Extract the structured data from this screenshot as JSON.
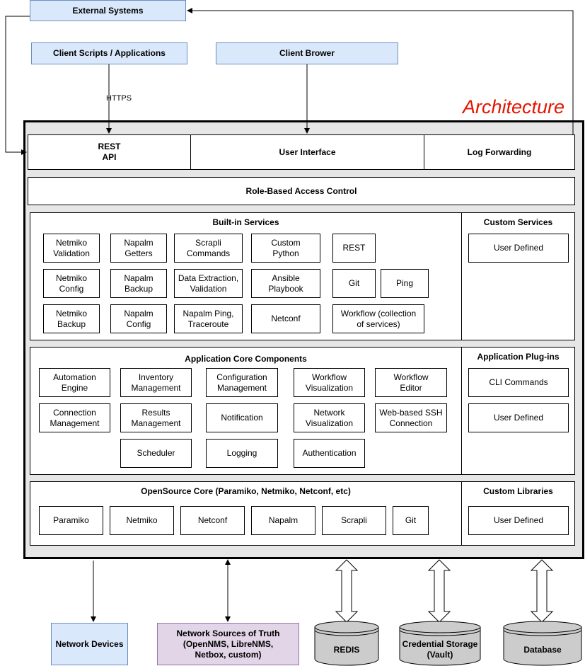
{
  "title": "Architecture",
  "external": {
    "external_systems": "External Systems",
    "client_scripts": "Client Scripts / Applications",
    "client_browser": "Client Brower",
    "https": "HTTPS"
  },
  "top_row": {
    "rest_api": "REST\nAPI",
    "user_interface": "User Interface",
    "log_forwarding": "Log Forwarding"
  },
  "rbac": "Role-Based Access Control",
  "builtin": {
    "title": "Built-in Services",
    "items": [
      "Netmiko\nValidation",
      "Napalm\nGetters",
      "Scrapli\nCommands",
      "Custom\nPython",
      "REST",
      "Netmiko\nConfig",
      "Napalm\nBackup",
      "Data Extraction,\nValidation",
      "Ansible\nPlaybook",
      "Git",
      "Ping",
      "Netmiko\nBackup",
      "Napalm\nConfig",
      "Napalm Ping,\nTraceroute",
      "Netconf",
      "Workflow (collection\nof services)"
    ]
  },
  "custom_services": {
    "title": "Custom Services",
    "items": [
      "User Defined"
    ]
  },
  "core": {
    "title": "Application Core Components",
    "items": [
      "Automation\nEngine",
      "Inventory\nManagement",
      "Configuration\nManagement",
      "Workflow\nVisualization",
      "Workflow\nEditor",
      "Connection\nManagement",
      "Results\nManagement",
      "Notification",
      "Network\nVisualization",
      "Web-based SSH\nConnection",
      "Scheduler",
      "Logging",
      "Authentication"
    ]
  },
  "plugins": {
    "title": "Application Plug-ins",
    "items": [
      "CLI Commands",
      "User Defined"
    ]
  },
  "opensource": {
    "title": "OpenSource Core (Paramiko, Netmiko, Netconf, etc)",
    "items": [
      "Paramiko",
      "Netmiko",
      "Netconf",
      "Napalm",
      "Scrapli",
      "Git"
    ]
  },
  "custom_libs": {
    "title": "Custom Libraries",
    "items": [
      "User Defined"
    ]
  },
  "bottom": {
    "network_devices": "Network Devices",
    "sources_of_truth": "Network Sources of Truth\n(OpenNMS, LibreNMS,\nNetbox, custom)",
    "redis": "REDIS",
    "credential_storage": "Credential Storage\n(Vault)",
    "database": "Database"
  }
}
